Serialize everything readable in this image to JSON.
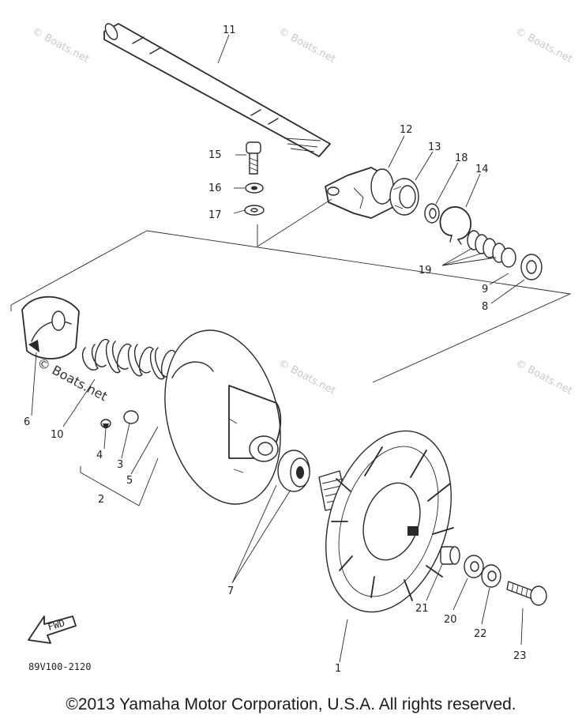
{
  "labels": {
    "p1": "1",
    "p2": "2",
    "p3": "3",
    "p4": "4",
    "p5": "5",
    "p6": "6",
    "p7": "7",
    "p8": "8",
    "p9": "9",
    "p10": "10",
    "p11": "11",
    "p12": "12",
    "p13": "13",
    "p14": "14",
    "p15": "15",
    "p16": "16",
    "p17": "17",
    "p18": "18",
    "p19": "19",
    "p20": "20",
    "p21": "21",
    "p22": "22",
    "p23": "23"
  },
  "drawing_code": "89V100-2120",
  "fwd_label": "FWD",
  "watermark": "© Boats.net",
  "copyright": "©2013 Yamaha Motor Corporation, U.S.A. All rights reserved."
}
